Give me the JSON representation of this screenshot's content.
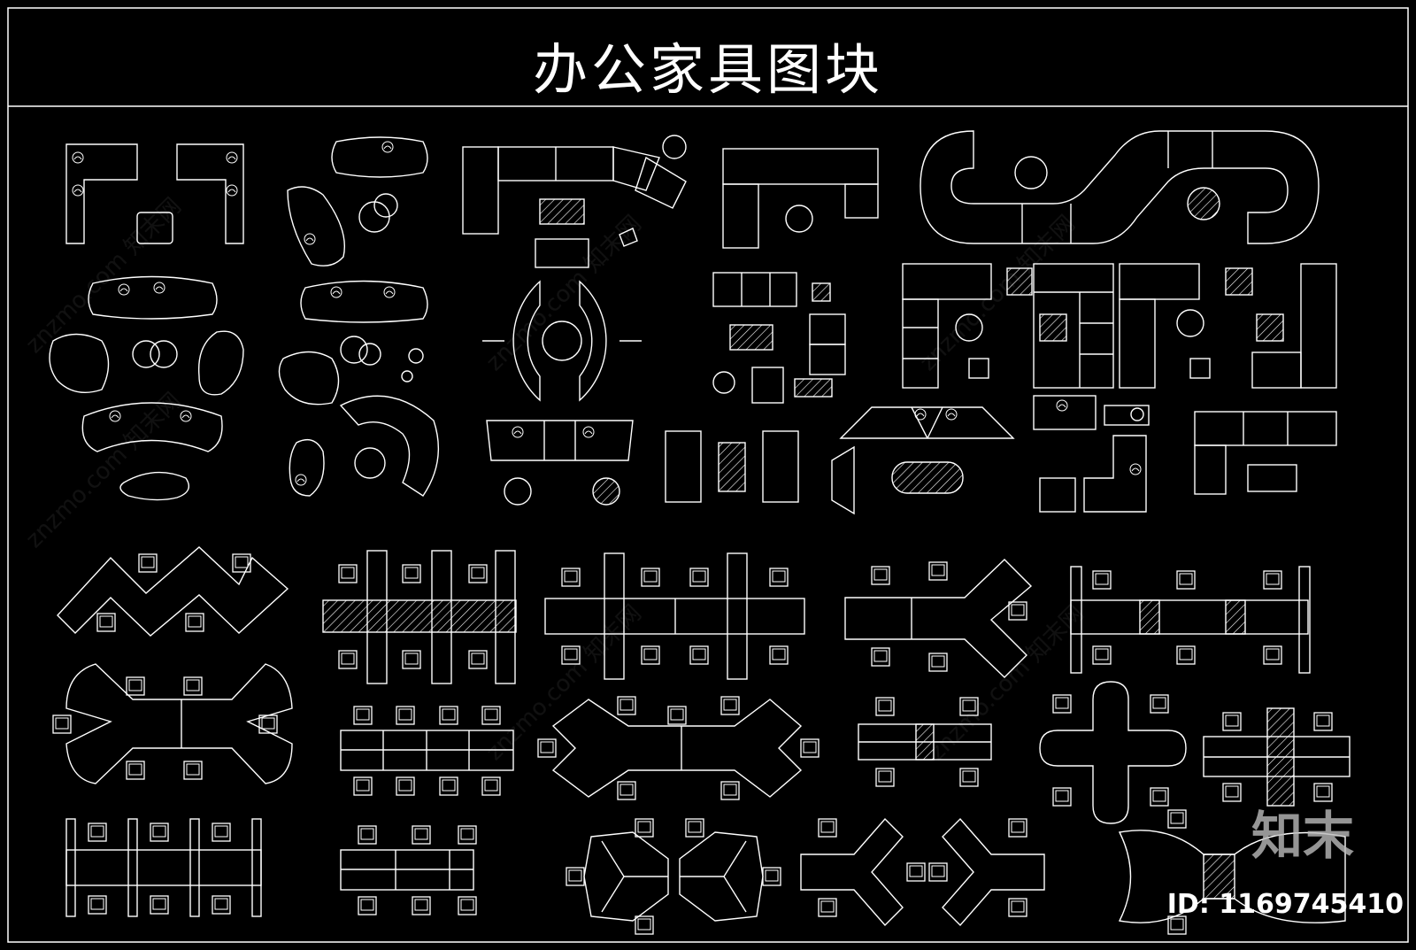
{
  "title": "办公家具图块",
  "watermark": {
    "logo": "知末",
    "id": "ID: 1169745410",
    "site": "znzmo.com",
    "site_cn": "知末网"
  },
  "colors": {
    "background": "#000000",
    "line": "#ffffff",
    "hatch": "#ffffff"
  }
}
